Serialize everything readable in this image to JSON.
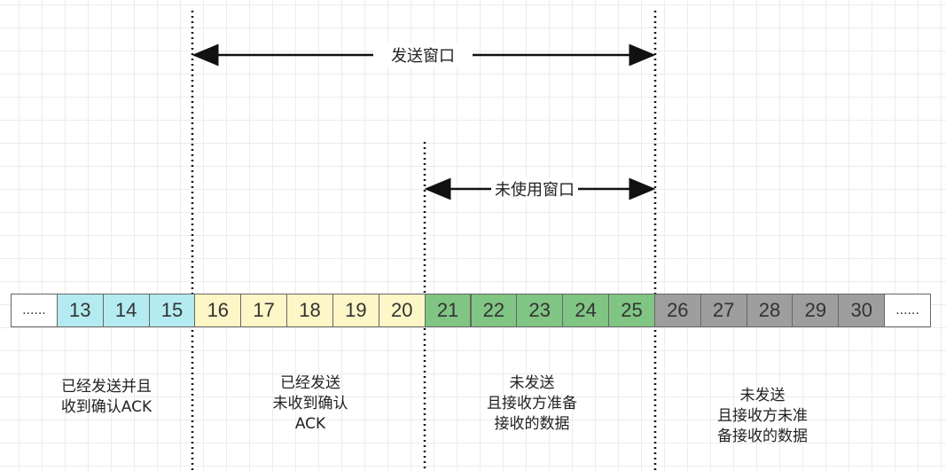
{
  "send_window_label": "发送窗口",
  "unused_window_label": "未使用窗口",
  "cells": [
    {
      "text": "......",
      "group": "none"
    },
    {
      "text": "13",
      "group": "acked"
    },
    {
      "text": "14",
      "group": "acked"
    },
    {
      "text": "15",
      "group": "acked"
    },
    {
      "text": "16",
      "group": "sent"
    },
    {
      "text": "17",
      "group": "sent"
    },
    {
      "text": "18",
      "group": "sent"
    },
    {
      "text": "19",
      "group": "sent"
    },
    {
      "text": "20",
      "group": "sent"
    },
    {
      "text": "21",
      "group": "usable"
    },
    {
      "text": "22",
      "group": "usable"
    },
    {
      "text": "23",
      "group": "usable"
    },
    {
      "text": "24",
      "group": "usable"
    },
    {
      "text": "25",
      "group": "usable"
    },
    {
      "text": "26",
      "group": "notready"
    },
    {
      "text": "27",
      "group": "notready"
    },
    {
      "text": "28",
      "group": "notready"
    },
    {
      "text": "29",
      "group": "notready"
    },
    {
      "text": "30",
      "group": "notready"
    },
    {
      "text": "......",
      "group": "none"
    }
  ],
  "colors": {
    "none": "#ffffff",
    "acked": "#b3ebf0",
    "sent": "#fdf6c6",
    "usable": "#80c584",
    "notready": "#9e9e9e"
  },
  "descriptions": {
    "acked": [
      "已经发送并且",
      "收到确认ACK"
    ],
    "sent": [
      "已经发送",
      "未收到确认",
      "ACK"
    ],
    "usable": [
      "未发送",
      "且接收方准备",
      "接收的数据"
    ],
    "notready": [
      "未发送",
      "且接收方未准",
      "备接收的数据"
    ]
  }
}
